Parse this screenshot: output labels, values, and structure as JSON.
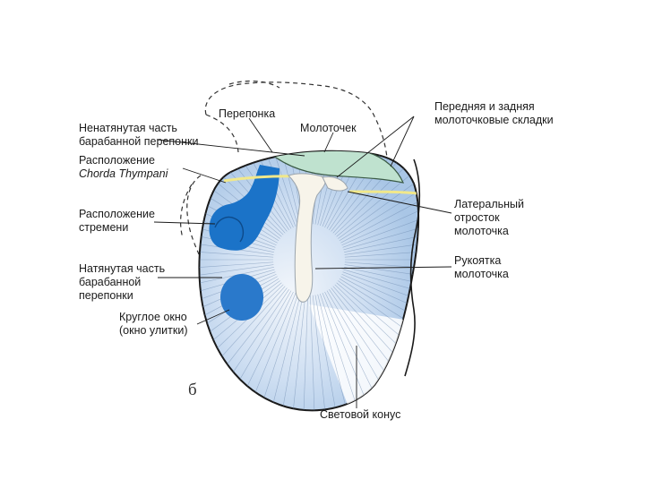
{
  "labels": {
    "peregonka": "Перепонка",
    "molotochek": "Молоточек",
    "folds": [
      "Передняя и задняя",
      "молоточковые складки"
    ],
    "flaccida": [
      "Ненатянутая часть",
      "барабанной перепонки"
    ],
    "chorda": [
      "Расположение",
      "Chorda Thympani"
    ],
    "stapes": [
      "Расположение",
      "стремени"
    ],
    "tensa": [
      "Натянутая часть",
      "барабанной",
      "перепонки"
    ],
    "round_window": [
      "Круглое  окно",
      "(окно улитки)"
    ],
    "lateral_process": [
      "Латеральный",
      "отросток",
      "молоточка"
    ],
    "handle": [
      "Рукоятка",
      "молоточка"
    ],
    "light_cone": "Световой конус",
    "panel_letter": "б"
  },
  "colors": {
    "membrane_light": "#e6eef8",
    "membrane_mid": "#bcd1ec",
    "membrane_dark": "#9fbfe3",
    "flaccida_green": "#bfe2cf",
    "stapes_blue": "#1b73c8",
    "round_window_blue": "#2a79cb",
    "chorda_yellow": "#f1e88a",
    "malleus_handle": "#f7f4ea",
    "outline": "#1a1a1a"
  }
}
